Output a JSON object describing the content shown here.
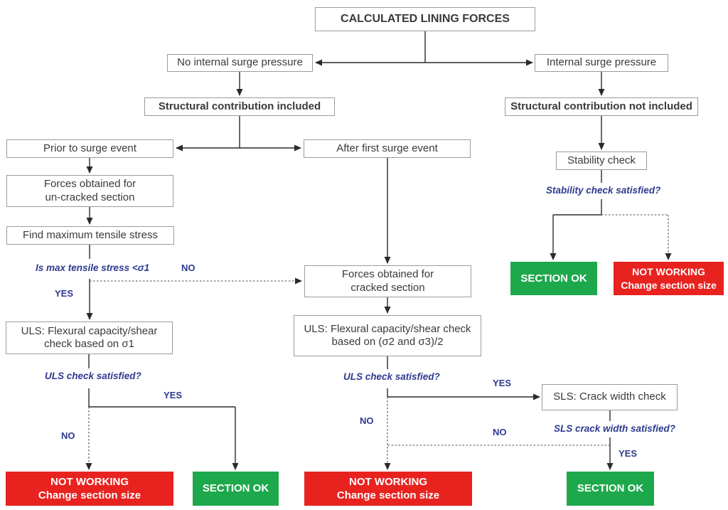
{
  "nodes": {
    "title": "CALCULATED LINING FORCES",
    "no_internal_surge": "No internal surge pressure",
    "internal_surge": "Internal surge pressure",
    "struct_included": "Structural contribution included",
    "struct_not_included": "Structural contribution not included",
    "prior_surge": "Prior to surge event",
    "after_surge": "After first surge event",
    "stability_check": "Stability check",
    "forces_uncracked_1": "Forces obtained for",
    "forces_uncracked_2": "un-cracked section",
    "find_max_tensile": "Find maximum tensile stress",
    "forces_cracked_1": "Forces obtained for",
    "forces_cracked_2": "cracked section",
    "uls_sigma1_1": "ULS: Flexural capacity/shear",
    "uls_sigma1_2": "check based on σ1",
    "uls_sigma23_1": "ULS: Flexural capacity/shear check",
    "uls_sigma23_2": "based on (σ2 and σ3)/2",
    "sls_crack": "SLS: Crack width check"
  },
  "questions": {
    "stability": "Stability check satisfied?",
    "max_tensile": "Is max tensile stress <σ1",
    "uls": "ULS check satisfied?",
    "sls": "SLS crack width satisfied?"
  },
  "edge_labels": {
    "yes": "YES",
    "no": "NO"
  },
  "terminals": {
    "ok": "SECTION OK",
    "fail_1": "NOT WORKING",
    "fail_2": "Change section size"
  },
  "colors": {
    "section_ok_green": "#1ea84c",
    "not_working_red": "#e8221f",
    "question_blue": "#2e3a8f",
    "box_border_gray": "#9c9c9c",
    "connector_dark": "#2d292a"
  }
}
